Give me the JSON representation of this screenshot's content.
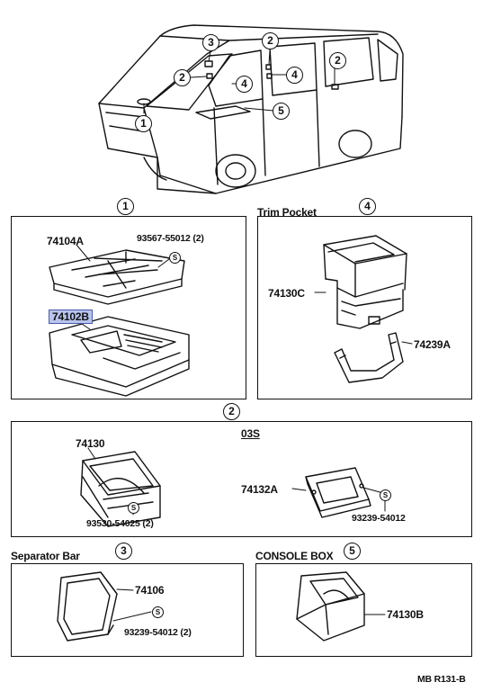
{
  "callouts": {
    "c1": "1",
    "c2": "2",
    "c3": "3",
    "c4": "4",
    "c5": "5"
  },
  "sections": {
    "s1": {
      "num": "1",
      "parts": {
        "top": "74104A",
        "screw": "93567-55012 (2)",
        "tray": "74102B"
      }
    },
    "s2": {
      "num": "2",
      "variant": "03S",
      "parts": {
        "ashtray": "74130",
        "screw_a": "93530-54025 (2)",
        "retainer": "74132A",
        "screw_b": "93239-54012"
      }
    },
    "s3": {
      "title": "Separator Bar",
      "num": "3",
      "parts": {
        "ashtray": "74106",
        "screw": "93239-54012 (2)"
      }
    },
    "s4": {
      "title": "Trim Pocket",
      "num": "4",
      "parts": {
        "pocket": "74130C",
        "bracket": "74239A"
      }
    },
    "s5": {
      "title": "CONSOLE BOX",
      "num": "5",
      "parts": {
        "ashtray": "74130B"
      }
    }
  },
  "screw_symbol": "S",
  "footer": "MB R131-B"
}
